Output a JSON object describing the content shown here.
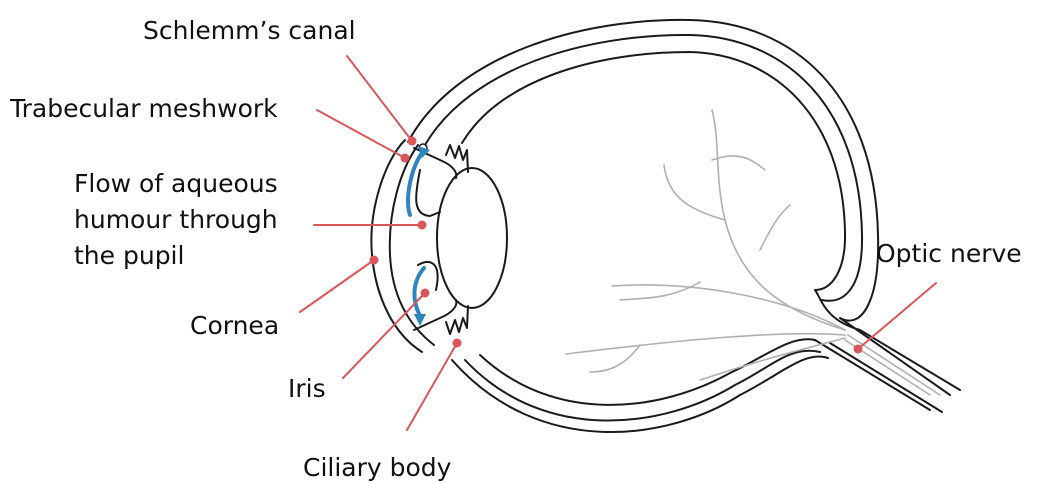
{
  "labels": {
    "schlemms_canal": "Schlemm’s canal",
    "trabecular_meshwork": "Trabecular meshwork",
    "flow_line1": "Flow of aqueous",
    "flow_line2": "humour through",
    "flow_line3": "the pupil",
    "cornea": "Cornea",
    "iris": "Iris",
    "ciliary_body": "Ciliary body",
    "optic_nerve": "Optic nerve"
  },
  "colors": {
    "leader": "#d9575b",
    "flow_arrow": "#2e86c1",
    "outline": "#1a1a1a",
    "vessels": "#b0b0b0"
  }
}
